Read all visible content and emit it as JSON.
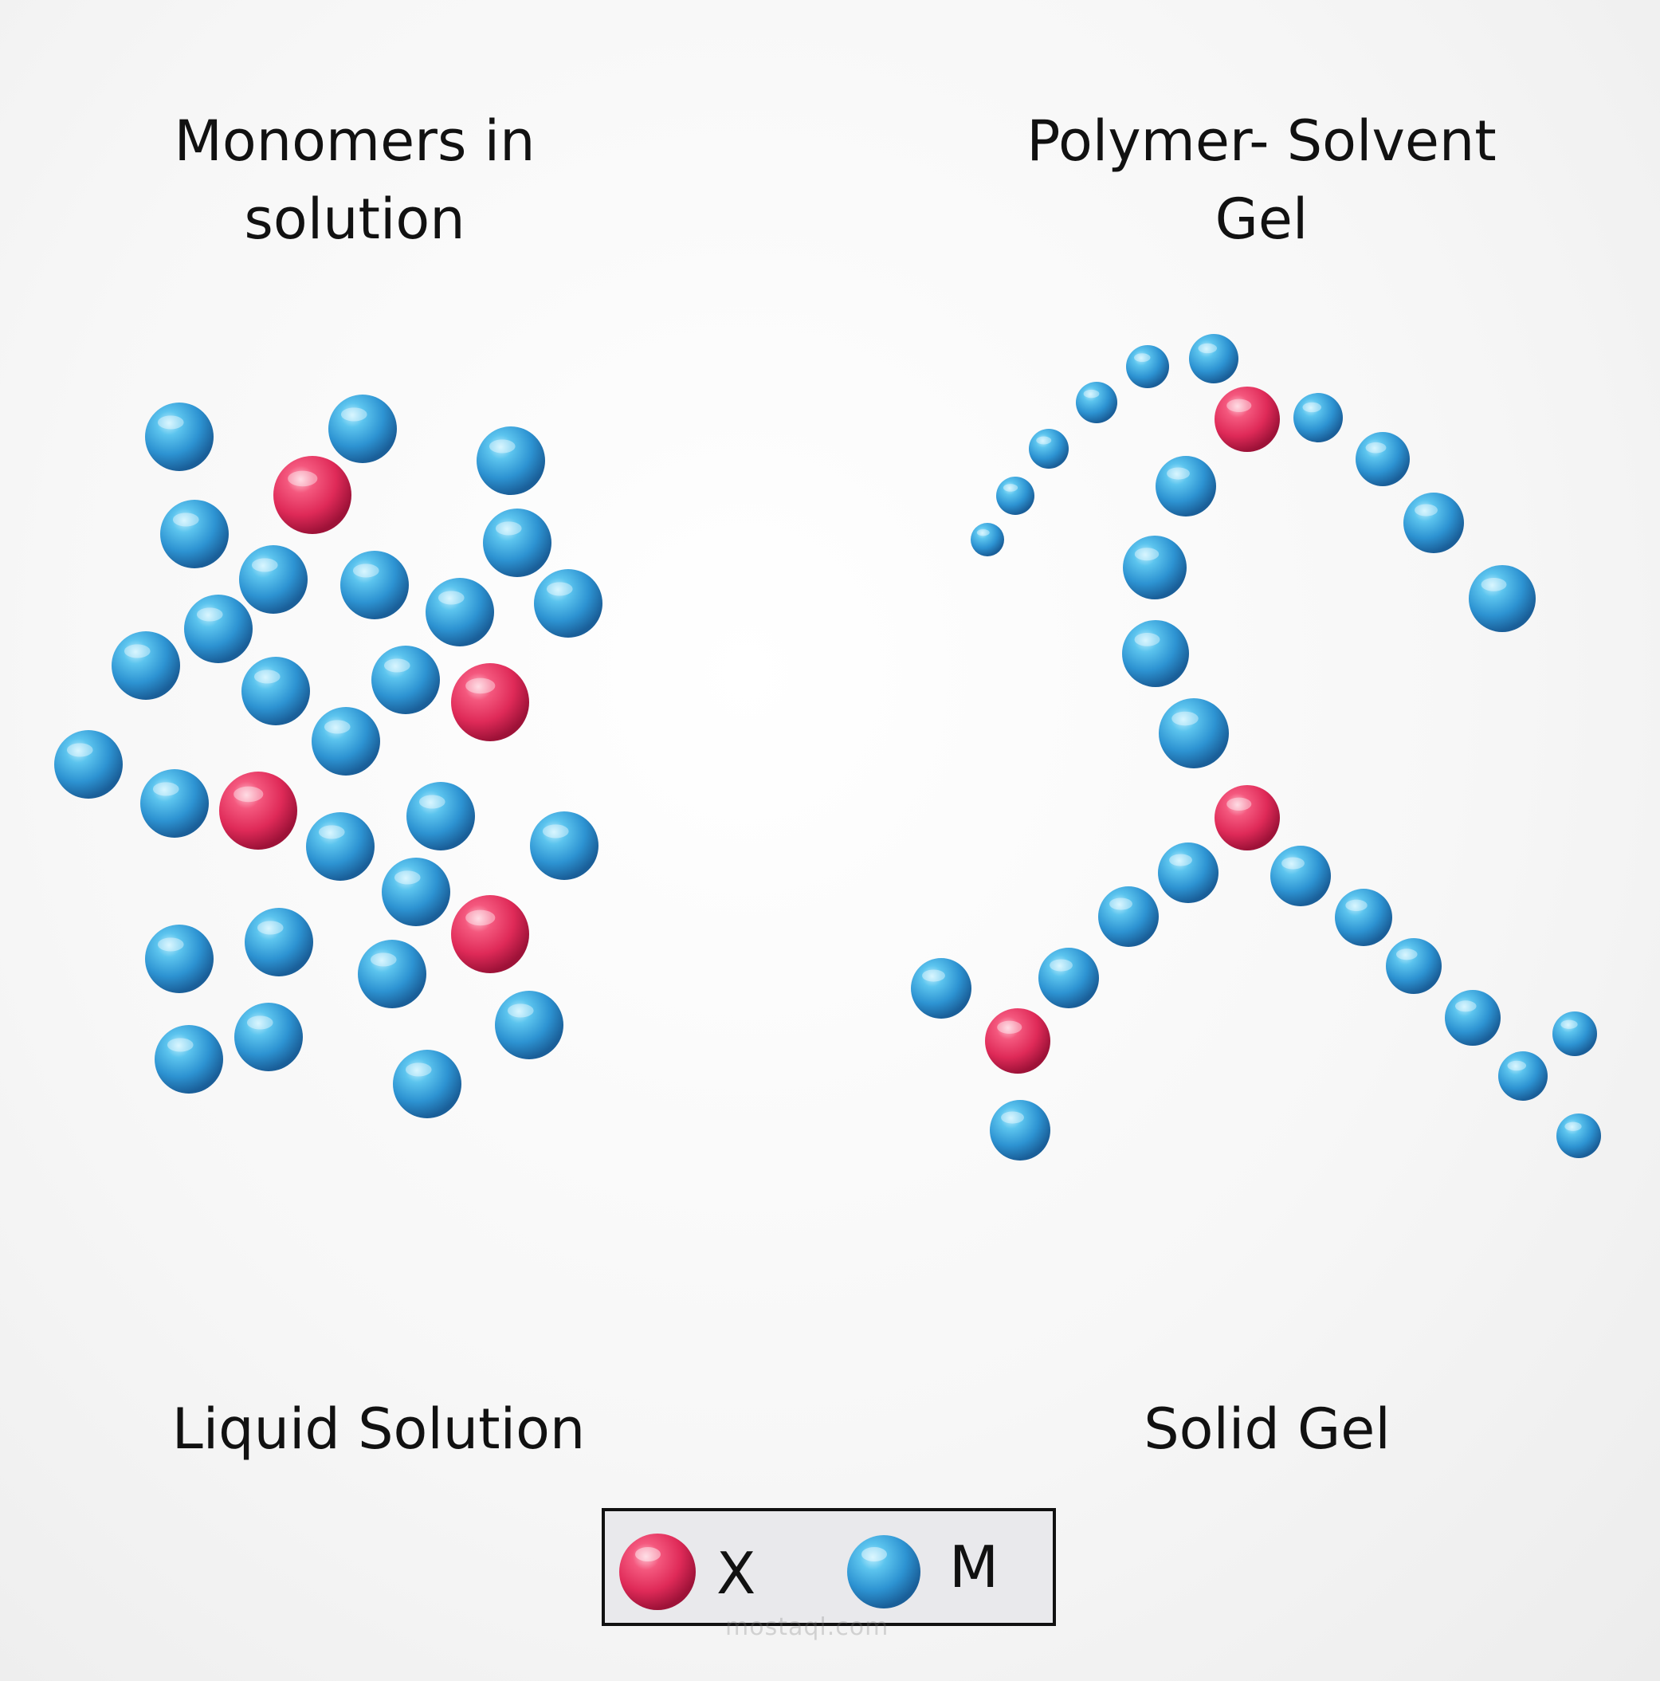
{
  "left_panel": {
    "title_line1": "Monomers in",
    "title_line2": "solution",
    "caption": "Liquid Solution"
  },
  "right_panel": {
    "title_line1": "Polymer- Solvent",
    "title_line2": "Gel",
    "caption": "Solid Gel"
  },
  "legend": {
    "items": [
      {
        "label": "X",
        "color": "#e8315f"
      },
      {
        "label": "M",
        "color": "#2f9ad6"
      }
    ]
  },
  "watermark": "mostaql.com",
  "colors": {
    "x_sphere": "#e8315f",
    "m_sphere": "#2f9ad6",
    "text": "#111111",
    "legend_bg": "#e9e9ec"
  }
}
